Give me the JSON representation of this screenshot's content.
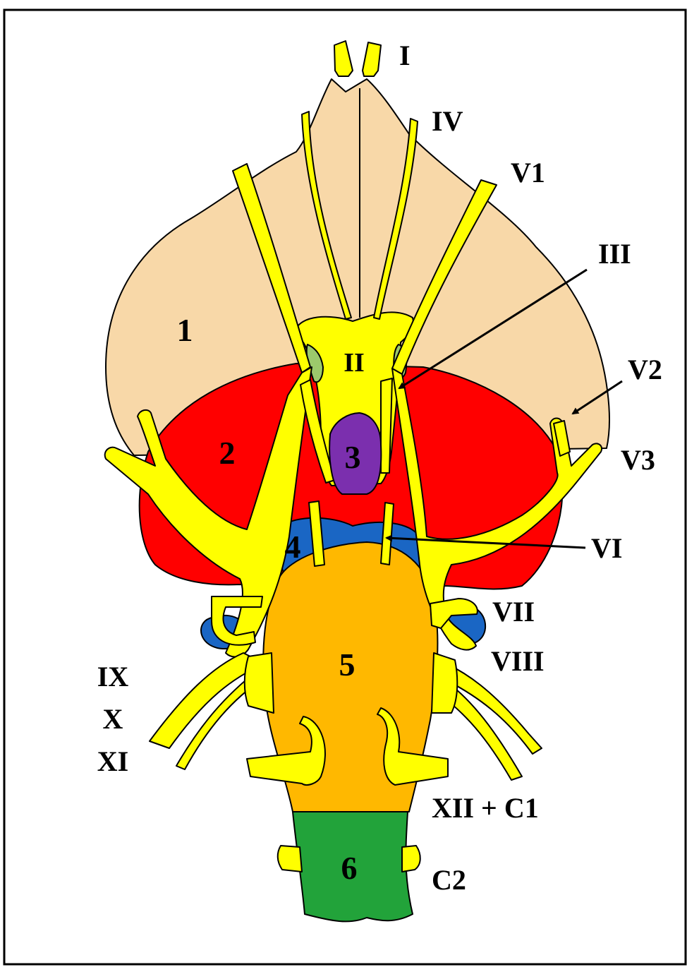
{
  "colors": {
    "telencephalon": "#f8d8a8",
    "red_region": "#ff0000",
    "purple_region": "#7b2fae",
    "blue_region": "#1a66c4",
    "medulla": "#ffb800",
    "spinal": "#22a33a",
    "nerve": "#ffff00",
    "light_green": "#9cc96b",
    "outline": "#000000"
  },
  "region_labels": {
    "r1": "1",
    "r2": "2",
    "r3": "3",
    "r4": "4",
    "r5": "5",
    "r6": "6"
  },
  "nerve_labels": {
    "I": "I",
    "II": "II",
    "III": "III",
    "IV": "IV",
    "V1": "V1",
    "V2": "V2",
    "V3": "V3",
    "VI": "VI",
    "VII": "VII",
    "VIII": "VIII",
    "IX": "IX",
    "X": "X",
    "XI": "XI",
    "XII_C1": "XII + C1",
    "C2": "C2"
  }
}
